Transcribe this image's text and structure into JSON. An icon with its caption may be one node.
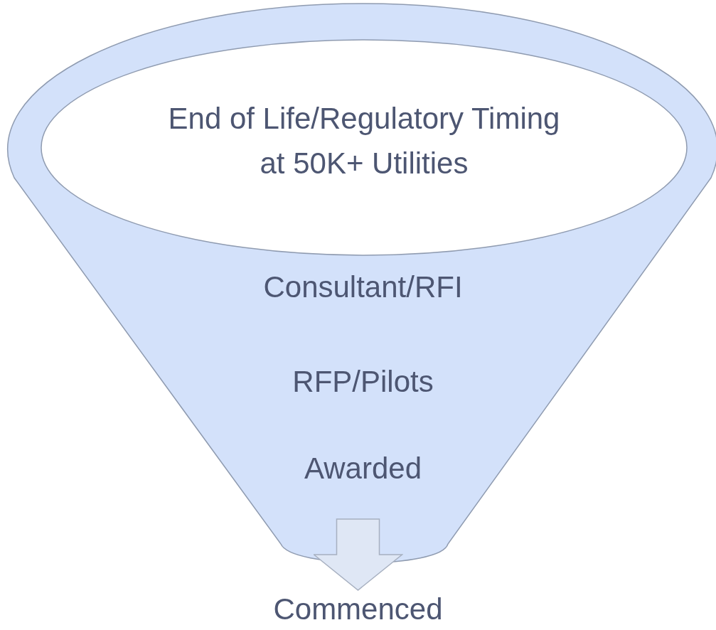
{
  "diagram": {
    "nodes": [
      {
        "text": [
          "Consultant/RFI",
          "RFP/Pilots",
          "Awarded"
        ]
      },
      {
        "text": [
          "End of Life/Regulatory Timing at 50K+ Utilities"
        ],
        "in": 0
      },
      {
        "text": [
          "Commenced"
        ]
      }
    ],
    "edges": [
      {
        "from": 0,
        "to": 2,
        "arrow": "to"
      }
    ]
  }
}
